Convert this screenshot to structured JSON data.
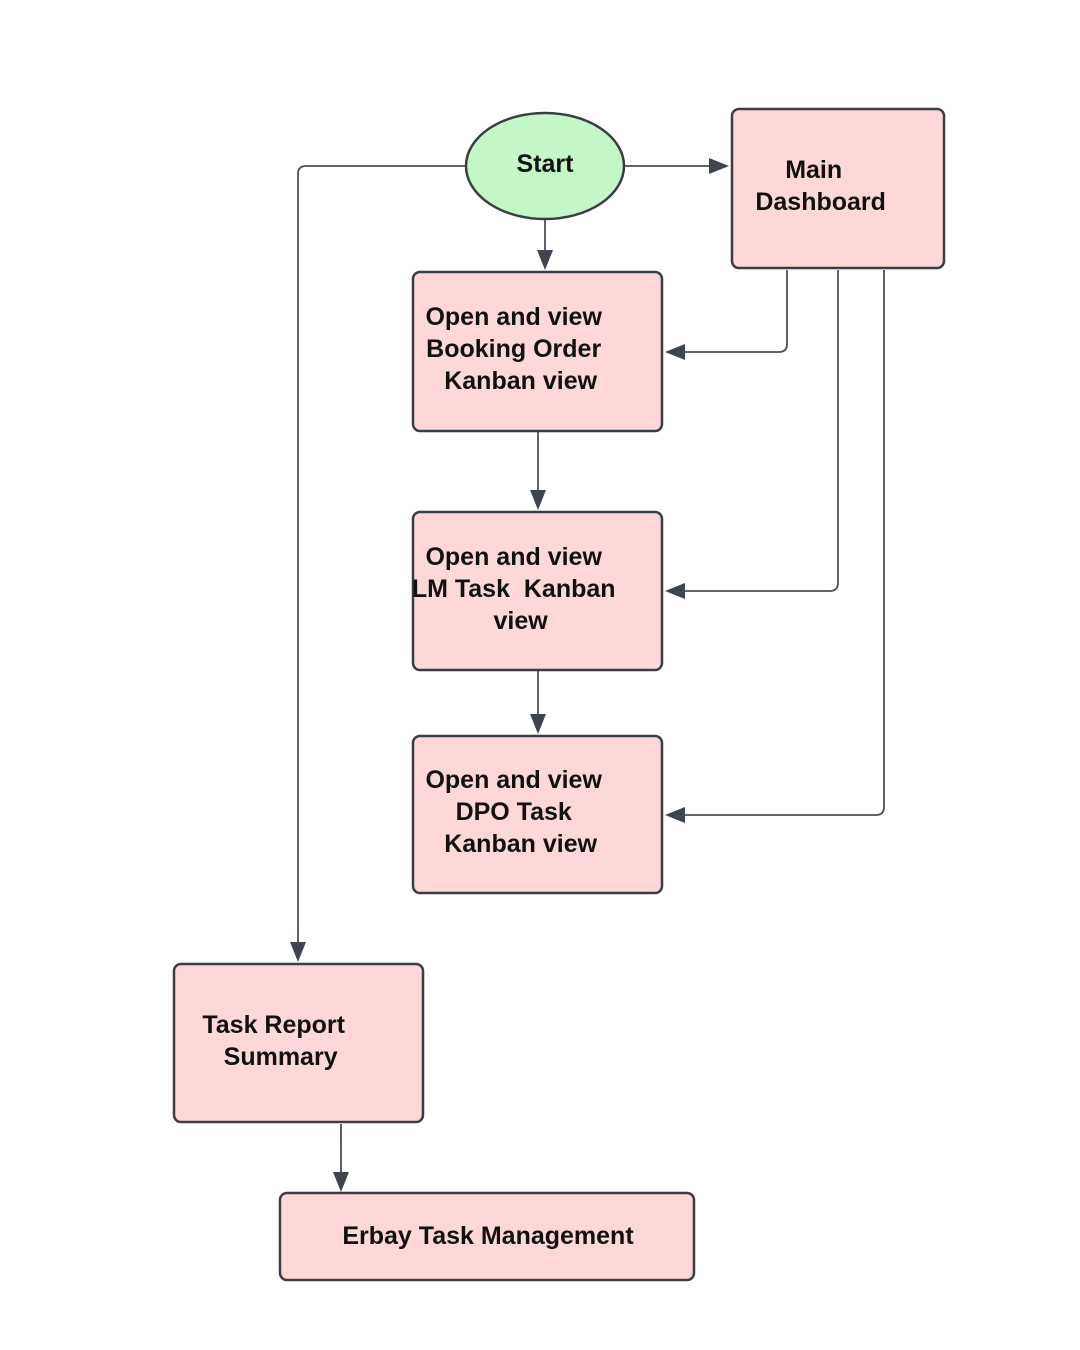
{
  "diagram": {
    "nodes": {
      "start": {
        "label": "Start"
      },
      "main_dashboard": {
        "lines": [
          "Main",
          "Dashboard"
        ]
      },
      "booking_order": {
        "lines": [
          "Open and view",
          "Booking Order",
          "Kanban view"
        ]
      },
      "lm_task": {
        "lines": [
          "Open and view",
          "LM Task  Kanban",
          "view"
        ]
      },
      "dpo_task": {
        "lines": [
          "Open and view",
          "DPO Task",
          "Kanban view"
        ]
      },
      "task_report": {
        "lines": [
          "Task Report",
          "Summary"
        ]
      },
      "erbay": {
        "label": "Erbay Task Management"
      }
    },
    "edges": [
      {
        "from": "start",
        "to": "main_dashboard"
      },
      {
        "from": "start",
        "to": "booking_order"
      },
      {
        "from": "start",
        "to": "task_report"
      },
      {
        "from": "main_dashboard",
        "to": "booking_order"
      },
      {
        "from": "main_dashboard",
        "to": "lm_task"
      },
      {
        "from": "main_dashboard",
        "to": "dpo_task"
      },
      {
        "from": "booking_order",
        "to": "lm_task"
      },
      {
        "from": "lm_task",
        "to": "dpo_task"
      },
      {
        "from": "task_report",
        "to": "erbay"
      }
    ],
    "colors": {
      "process_fill": "#fed7d9",
      "start_fill": "#c3f7c8",
      "stroke": "#3a3d44",
      "connector": "#4a4f57"
    }
  }
}
